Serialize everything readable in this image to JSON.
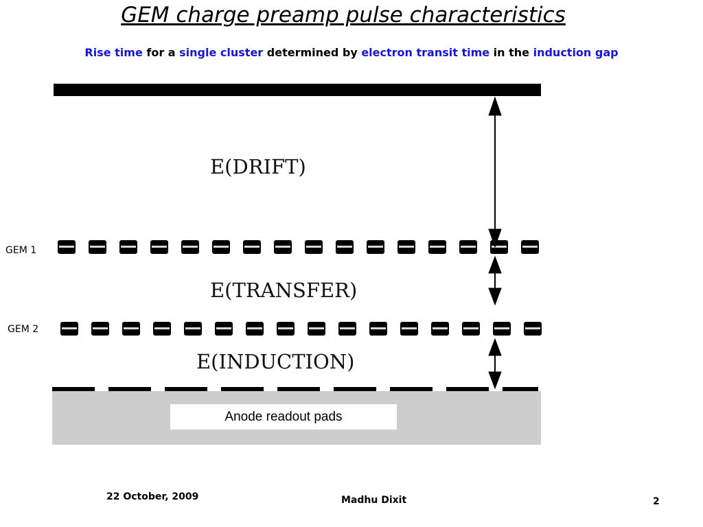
{
  "slide": {
    "title": "GEM charge preamp pulse characteristics",
    "subtitle": {
      "part1": "Rise time",
      "part2": " for a ",
      "part3": "single cluster",
      "part4": " determined by ",
      "part5": "electron transit time",
      "part6": " in the ",
      "part7": "induction gap"
    }
  },
  "diagram": {
    "gem1_label": "GEM 1",
    "gem2_label": "GEM 2",
    "drift_label": "E(DRIFT)",
    "transfer_label": "E(TRANSFER)",
    "induction_label": "E(INDUCTION)",
    "anode_label": "Anode readout pads"
  },
  "footer": {
    "date": "22 October, 2009",
    "author": "Madhu Dixit",
    "page": "2"
  }
}
